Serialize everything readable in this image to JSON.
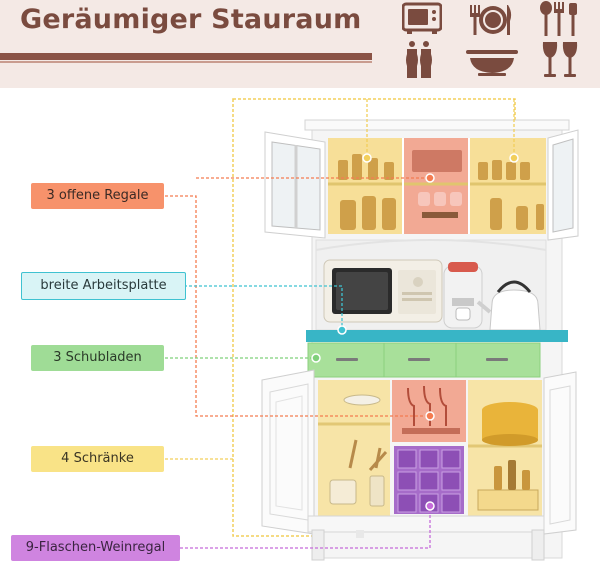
{
  "header": {
    "title": "Geräumiger Stauraum",
    "icons": [
      "microwave-icon",
      "plate-cutlery-icon",
      "kitchen-utensils-icon",
      "salt-pepper-grinder-icon",
      "bowl-stack-icon",
      "wine-glasses-icon"
    ]
  },
  "callouts": [
    {
      "label": "3 offene Regale",
      "color": "#f47c50"
    },
    {
      "label": "breite Arbeitsplatte",
      "color": "#3fc2d1"
    },
    {
      "label": "3 Schubladen",
      "color": "#7fd07a"
    },
    {
      "label": "4 Schränke",
      "color": "#f7dd6e"
    },
    {
      "label": "9-Flaschen-Weinregal",
      "color": "#c56bd9"
    }
  ],
  "colors": {
    "brand_brown": "#7a4b3f",
    "banner_bg": "#f4e9e5"
  }
}
